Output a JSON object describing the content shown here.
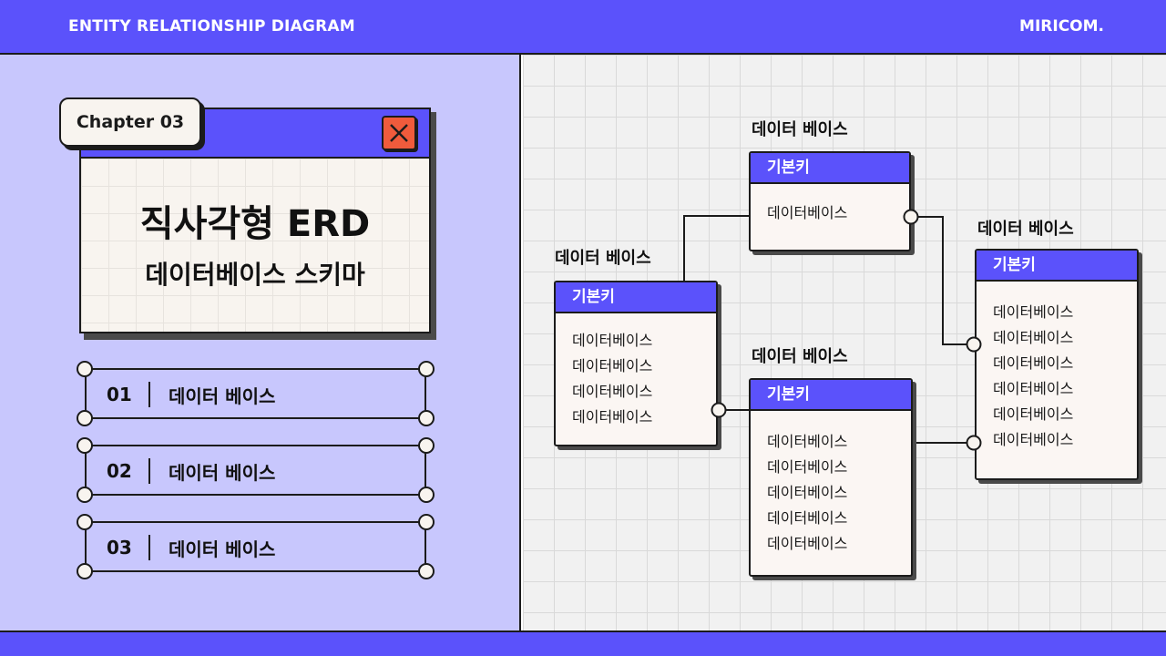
{
  "header": {
    "title": "ENTITY RELATIONSHIP DIAGRAM",
    "brand": "MIRICOM."
  },
  "card": {
    "chapter": "Chapter 03",
    "title": "직사각형 ERD",
    "subtitle": "데이터베이스 스키마"
  },
  "list": [
    {
      "num": "01",
      "label": "데이터 베이스"
    },
    {
      "num": "02",
      "label": "데이터 베이스"
    },
    {
      "num": "03",
      "label": "데이터 베이스"
    }
  ],
  "entities": {
    "top": {
      "title": "데이터 베이스",
      "key": "기본키",
      "fields": [
        "데이터베이스"
      ]
    },
    "left": {
      "title": "데이터 베이스",
      "key": "기본키",
      "fields": [
        "데이터베이스",
        "데이터베이스",
        "데이터베이스",
        "데이터베이스"
      ]
    },
    "bottom": {
      "title": "데이터 베이스",
      "key": "기본키",
      "fields": [
        "데이터베이스",
        "데이터베이스",
        "데이터베이스",
        "데이터베이스",
        "데이터베이스"
      ]
    },
    "right": {
      "title": "데이터 베이스",
      "key": "기본키",
      "fields": [
        "데이터베이스",
        "데이터베이스",
        "데이터베이스",
        "데이터베이스",
        "데이터베이스",
        "데이터베이스"
      ]
    }
  },
  "colors": {
    "accent": "#5b52fb",
    "panel": "#c8c7fd",
    "close": "#f05b3c",
    "ink": "#1b1b1b"
  },
  "icons": {
    "close": "close-icon",
    "connector": "connector-dot-icon"
  }
}
